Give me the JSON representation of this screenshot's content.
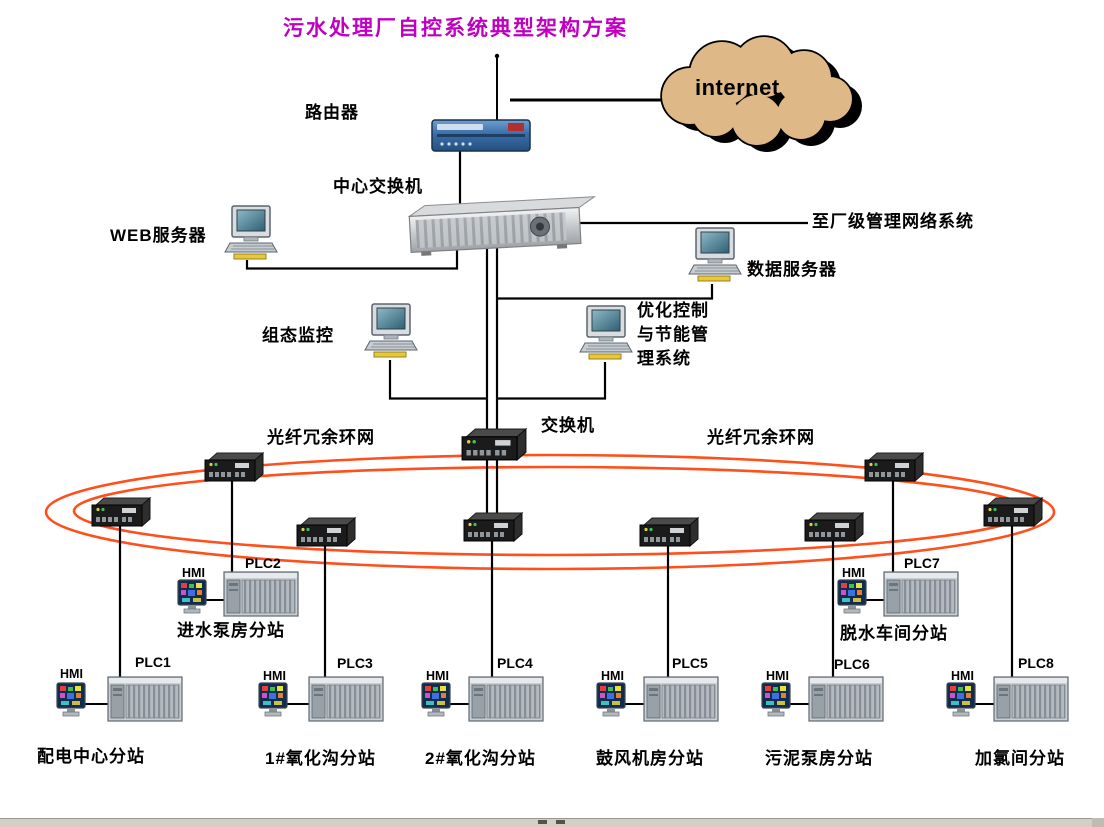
{
  "title": "污水处理厂自控系统典型架构方案",
  "cloud": {
    "label": "internet"
  },
  "labels": {
    "router": "路由器",
    "central_switch": "中心交换机",
    "web_server": "WEB服务器",
    "plant_network": "至厂级管理网络系统",
    "data_server": "数据服务器",
    "scada": "组态监控",
    "optimize_line1": "优化控制",
    "optimize_line2": "与节能管",
    "optimize_line3": "理系统",
    "switch": "交换机",
    "fiber_ring_left": "光纤冗余环网",
    "fiber_ring_right": "光纤冗余环网"
  },
  "stations": [
    {
      "hmi": "HMI",
      "plc": "PLC1",
      "name": "配电中心分站"
    },
    {
      "hmi": "HMI",
      "plc": "PLC2",
      "name": "进水泵房分站"
    },
    {
      "hmi": "HMI",
      "plc": "PLC3",
      "name": "1#氧化沟分站"
    },
    {
      "hmi": "HMI",
      "plc": "PLC4",
      "name": "2#氧化沟分站"
    },
    {
      "hmi": "HMI",
      "plc": "PLC5",
      "name": "鼓风机房分站"
    },
    {
      "hmi": "HMI",
      "plc": "PLC6",
      "name": "污泥泵房分站"
    },
    {
      "hmi": "HMI",
      "plc": "PLC7",
      "name": "脱水车间分站"
    },
    {
      "hmi": "HMI",
      "plc": "PLC8",
      "name": "加氯间分站"
    }
  ],
  "colors": {
    "title_text": "#c000c0",
    "ring": "#ff4f1a",
    "cloud_fill": "#deb887",
    "line": "#000000"
  }
}
